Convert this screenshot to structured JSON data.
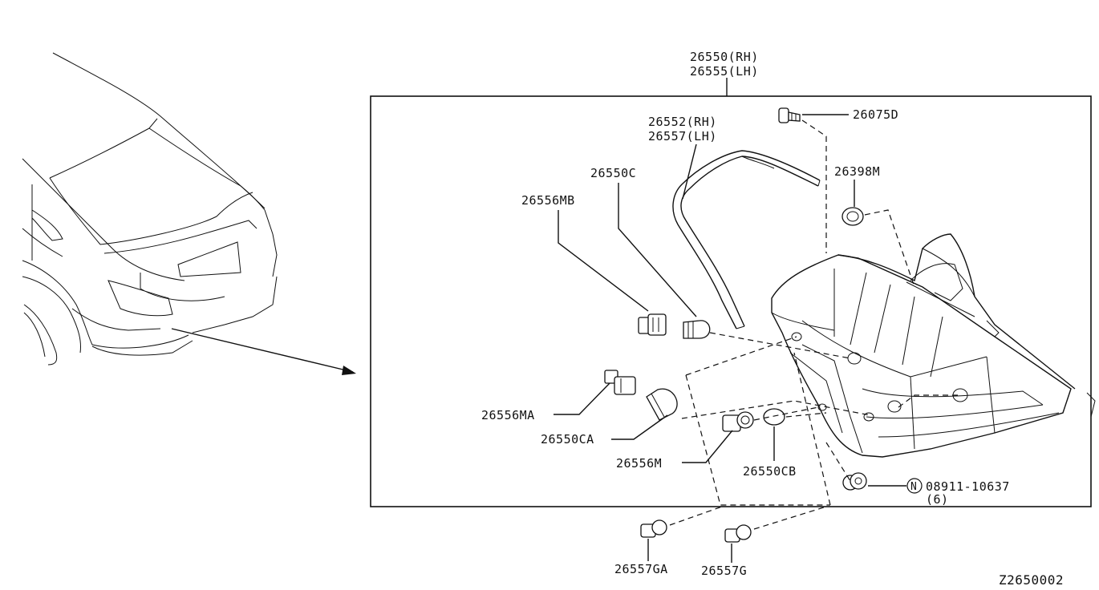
{
  "diagram_code": "Z2650002",
  "assembly_label": [
    "26550(RH)",
    "26555(LH)"
  ],
  "labels": {
    "p26075d": "26075D",
    "p26398m": "26398M",
    "p26552": [
      "26552(RH)",
      "26557(LH)"
    ],
    "p26550c": "26550C",
    "p26556mb": "26556MB",
    "p26556ma": "26556MA",
    "p26550ca": "26550CA",
    "p26556m": "26556M",
    "p26550cb": "26550CB",
    "nut_symbol": "N",
    "nut_part": "08911-10637",
    "nut_qty": "(6)",
    "p26557ga": "26557GA",
    "p26557g": "26557G"
  }
}
